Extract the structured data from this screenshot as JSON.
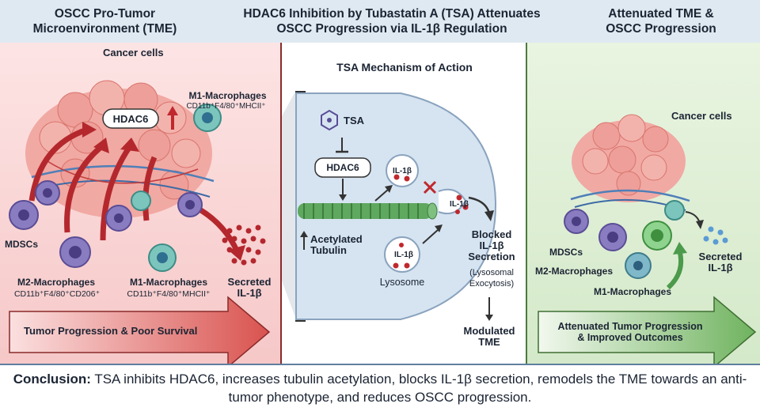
{
  "header": {
    "left_title_line1": "OSCC Pro-Tumor",
    "left_title_line2": "Microenvironment (TME)",
    "center_title_line1": "HDAC6 Inhibition by Tubastatin A (TSA) Attenuates",
    "center_title_line2": "OSCC Progression via IL-1β Regulation",
    "right_title_line1": "Attenuated TME &",
    "right_title_line2": "OSCC Progression"
  },
  "left_panel": {
    "cancer_cells": "Cancer cells",
    "hdac6": "HDAC6",
    "m1_top": "M1-Macrophages",
    "m1_top_markers": "CD11b⁺F4/80⁺MHCII⁺",
    "mdscs": "MDSCs",
    "m2": "M2-Macrophages",
    "m2_markers": "CD11b⁺F4/80⁺CD206⁺",
    "m1_bottom": "M1-Macrophages",
    "m1_bottom_markers": "CD11b⁺F4/80⁺MHCII⁺",
    "secreted_line1": "Secreted",
    "secreted_line2": "IL-1β",
    "arrow_text": "Tumor Progression & Poor Survival"
  },
  "mechanism": {
    "title": "TSA Mechanism of Action",
    "tsa": "TSA",
    "hdac6": "HDAC6",
    "il1b": "IL-1β",
    "acetylated_line1": "Acetylated",
    "acetylated_line2": "Tubulin",
    "lysosome": "Lysosome",
    "blocked_line1": "Blocked",
    "blocked_line2": "IL-1β",
    "blocked_line3": "Secretion",
    "lyso_exo_line1": "(Lysosomal",
    "lyso_exo_line2": "Exocytosis)",
    "modulated_line1": "Modulated",
    "modulated_line2": "TME"
  },
  "right_panel": {
    "cancer_cells": "Cancer cells",
    "mdscs": "MDSCs",
    "m2": "M2-Macrophages",
    "m1": "M1-Macrophages",
    "secreted_line1": "Secreted",
    "secreted_line2": "IL-1β",
    "arrow_line1": "Attenuated Tumor Progression",
    "arrow_line2": "& Improved Outcomes"
  },
  "conclusion": {
    "label": "Conclusion:",
    "text": " TSA inhibits HDAC6, increases tubulin acetylation, blocks IL-1β secretion, remodels the TME towards an anti-tumor phenotype, and reduces OSCC progression."
  },
  "colors": {
    "tumor_red": "#d9534f",
    "arrow_red": "#b4282d",
    "cell_purple": "#8a7cc0",
    "macrophage_teal": "#5fb3ad",
    "green_accent": "#4c9a4c"
  }
}
